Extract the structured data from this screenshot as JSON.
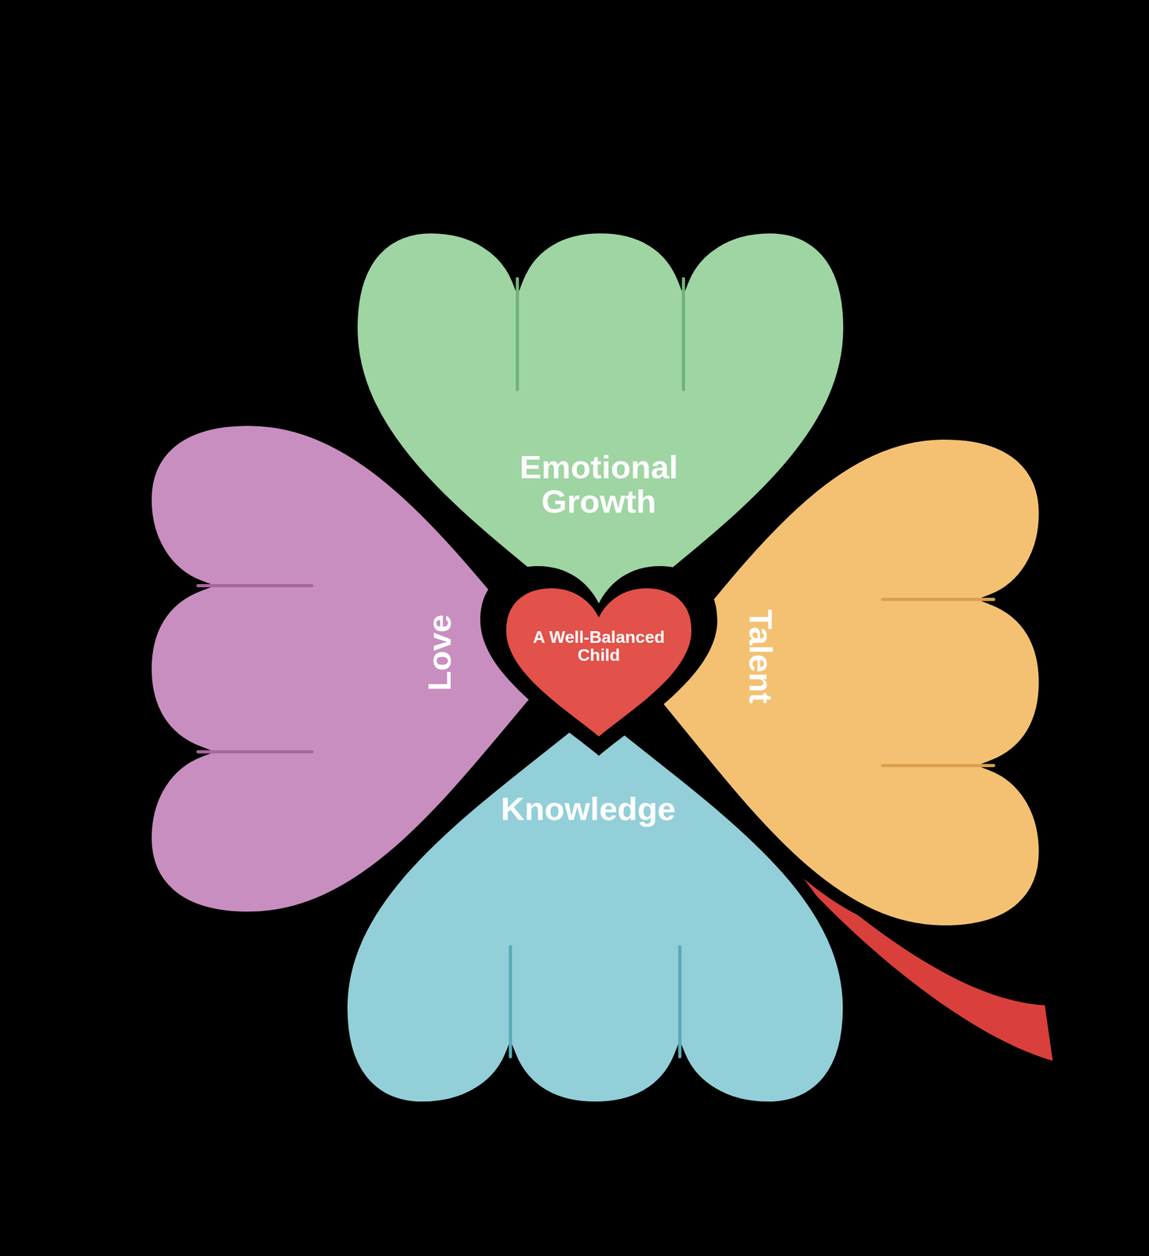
{
  "diagram": {
    "nodes": [
      {
        "text": [
          "Emotional Growth"
        ]
      },
      {
        "text": [
          "Love"
        ]
      },
      {
        "text": [
          "A Well-Balanced Child"
        ]
      },
      {
        "text": [
          "Talent"
        ]
      },
      {
        "text": [
          "Knowledge"
        ]
      }
    ]
  }
}
